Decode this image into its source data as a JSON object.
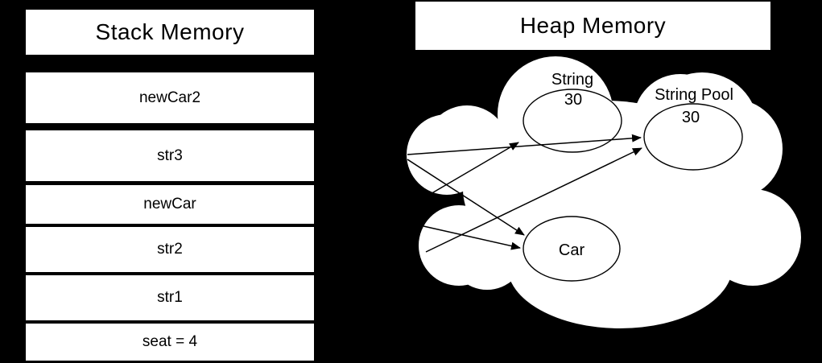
{
  "stack": {
    "title": "Stack Memory",
    "frames": [
      "newCar2",
      "str3",
      "newCar",
      "str2",
      "str1",
      "seat = 4"
    ]
  },
  "heap": {
    "title": "Heap Memory",
    "objects": {
      "string": {
        "label": "String",
        "value": "30"
      },
      "string_pool": {
        "label": "String Pool",
        "value": "30"
      },
      "car": {
        "label": "Car"
      }
    },
    "arrow_targets": [
      "String Pool",
      "Car",
      "String",
      "Car",
      "String Pool"
    ]
  },
  "colors": {
    "background": "#000000",
    "panel_fill": "#ffffff",
    "text": "#000000",
    "stroke": "#000000"
  }
}
